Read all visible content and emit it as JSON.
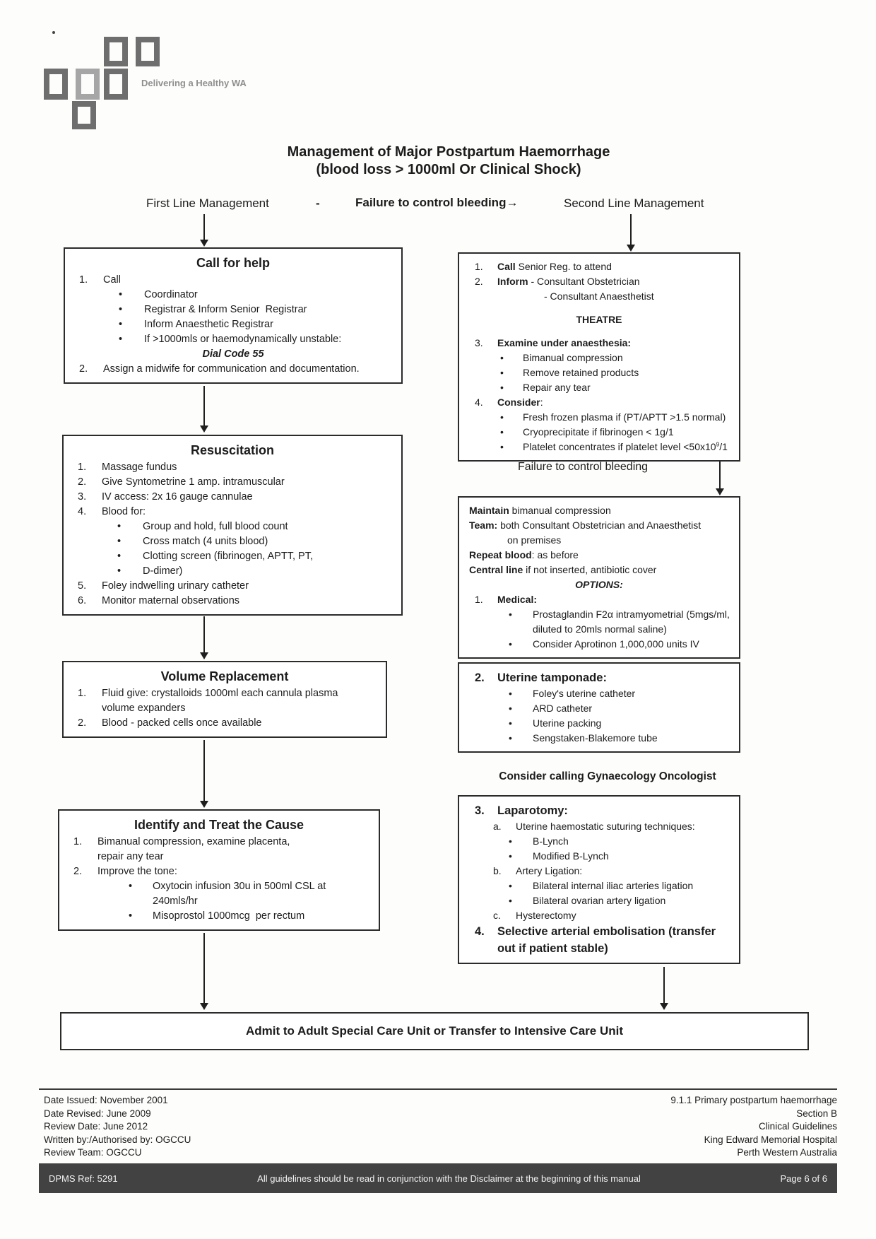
{
  "logo": {
    "tagline": "Delivering a Healthy WA"
  },
  "header": {
    "title_line1": "Management of Major Postpartum Haemorrhage",
    "title_line2": "(blood loss > 1000ml Or Clinical Shock)",
    "first_line_label": "First Line Management",
    "dash": "-",
    "failure_label": "Failure to control bleeding→",
    "second_line_label": "Second Line Management"
  },
  "left_column": {
    "call_for_help": {
      "title": "Call for help",
      "lines": [
        {
          "m": "1.",
          "lvl": "n",
          "seg": [
            {
              "t": "Call"
            }
          ]
        },
        {
          "m": "•",
          "lvl": "b",
          "seg": [
            {
              "t": "Coordinator"
            }
          ]
        },
        {
          "m": "•",
          "lvl": "b",
          "seg": [
            {
              "t": "Registrar & Inform Senior  Registrar"
            }
          ]
        },
        {
          "m": "•",
          "lvl": "b",
          "seg": [
            {
              "t": "Inform Anaesthetic Registrar"
            }
          ]
        },
        {
          "m": "•",
          "lvl": "b",
          "seg": [
            {
              "t": "If >1000mls or haemodynamically unstable:"
            }
          ]
        },
        {
          "lvl": "ctr",
          "seg": [
            {
              "t": "Dial Code 55",
              "b": true,
              "i": true
            }
          ]
        },
        {
          "m": "2.",
          "lvl": "n",
          "seg": [
            {
              "t": "Assign a midwife for communication and documentation."
            }
          ]
        }
      ]
    },
    "resuscitation": {
      "title": "Resuscitation",
      "lines": [
        {
          "m": "1.",
          "lvl": "n",
          "seg": [
            {
              "t": "Massage fundus"
            }
          ]
        },
        {
          "m": "2.",
          "lvl": "n",
          "seg": [
            {
              "t": "Give Syntometrine 1 amp. intramuscular"
            }
          ]
        },
        {
          "m": "3.",
          "lvl": "n",
          "seg": [
            {
              "t": "IV access: 2x 16 gauge cannulae"
            }
          ]
        },
        {
          "m": "4.",
          "lvl": "n",
          "seg": [
            {
              "t": "Blood for:"
            }
          ]
        },
        {
          "m": "•",
          "lvl": "b",
          "seg": [
            {
              "t": "Group and hold, full blood count"
            }
          ]
        },
        {
          "m": "•",
          "lvl": "b",
          "seg": [
            {
              "t": "Cross match (4 units blood)"
            }
          ]
        },
        {
          "m": "•",
          "lvl": "b",
          "seg": [
            {
              "t": "Clotting screen (fibrinogen, APTT, PT,"
            }
          ]
        },
        {
          "m": "•",
          "lvl": "b",
          "seg": [
            {
              "t": "D-dimer)"
            }
          ]
        },
        {
          "m": "5.",
          "lvl": "n",
          "seg": [
            {
              "t": "Foley indwelling urinary catheter"
            }
          ]
        },
        {
          "m": "6.",
          "lvl": "n",
          "seg": [
            {
              "t": "Monitor maternal observations"
            }
          ]
        }
      ]
    },
    "volume_replacement": {
      "title": "Volume Replacement",
      "lines": [
        {
          "m": "1.",
          "lvl": "n",
          "seg": [
            {
              "t": "Fluid give: crystalloids 1000ml each cannula plasma"
            }
          ]
        },
        {
          "m": "",
          "lvl": "n",
          "seg": [
            {
              "t": "volume expanders"
            }
          ]
        },
        {
          "m": "2.",
          "lvl": "n",
          "seg": [
            {
              "t": "Blood - packed cells once available"
            }
          ]
        }
      ]
    },
    "identify_treat": {
      "title": "Identify and Treat the Cause",
      "lines": [
        {
          "m": "1.",
          "lvl": "n",
          "seg": [
            {
              "t": "Bimanual compression, examine placenta,"
            }
          ]
        },
        {
          "m": "",
          "lvl": "n",
          "seg": [
            {
              "t": "repair any tear"
            }
          ]
        },
        {
          "m": "2.",
          "lvl": "n",
          "seg": [
            {
              "t": "Improve the tone:"
            }
          ]
        },
        {
          "m": "•",
          "lvl": "bb",
          "seg": [
            {
              "t": "Oxytocin infusion 30u in 500ml CSL at"
            }
          ]
        },
        {
          "m": "",
          "lvl": "bb",
          "seg": [
            {
              "t": "240mls/hr"
            }
          ]
        },
        {
          "m": "•",
          "lvl": "bb",
          "seg": [
            {
              "t": "Misoprostol 1000mcg  per rectum"
            }
          ]
        }
      ]
    }
  },
  "right_column": {
    "theatre_box": {
      "lines": [
        {
          "m": "1.",
          "lvl": "n",
          "seg": [
            {
              "t": "Call",
              "b": true
            },
            {
              "t": " Senior Reg. to attend"
            }
          ]
        },
        {
          "m": "2.",
          "lvl": "n",
          "seg": [
            {
              "t": "Inform",
              "b": true
            },
            {
              "t": " - Consultant Obstetrician"
            }
          ]
        },
        {
          "m": "",
          "lvl": "tc",
          "seg": [
            {
              "t": "- Consultant Anaesthetist"
            }
          ]
        },
        {
          "lvl": "ctr",
          "gap": true,
          "seg": [
            {
              "t": "THEATRE",
              "b": true
            }
          ]
        },
        {
          "m": "3.",
          "lvl": "n",
          "gap": true,
          "seg": [
            {
              "t": "Examine under anaesthesia:",
              "b": true
            }
          ]
        },
        {
          "m": "•",
          "lvl": "b",
          "seg": [
            {
              "t": "Bimanual compression"
            }
          ]
        },
        {
          "m": "•",
          "lvl": "b",
          "seg": [
            {
              "t": "Remove retained products"
            }
          ]
        },
        {
          "m": "•",
          "lvl": "b",
          "seg": [
            {
              "t": "Repair any tear"
            }
          ]
        },
        {
          "m": "4.",
          "lvl": "n",
          "seg": [
            {
              "t": "Consider",
              "b": true
            },
            {
              "t": ":"
            }
          ]
        },
        {
          "m": "•",
          "lvl": "b",
          "seg": [
            {
              "t": "Fresh frozen plasma if (PT/APTT >1.5 normal)"
            }
          ]
        },
        {
          "m": "•",
          "lvl": "b",
          "seg": [
            {
              "t": "Cryoprecipitate if fibrinogen < 1g/1"
            }
          ]
        },
        {
          "m": "•",
          "lvl": "b",
          "seg": [
            {
              "t": "Platelet concentrates if platelet level <50x10"
            },
            {
              "t": "9",
              "sup": true
            },
            {
              "t": "/1"
            }
          ]
        }
      ]
    },
    "failure_mid_label": "Failure to control bleeding",
    "maintain_box": {
      "lines": [
        {
          "m": "",
          "lvl": "p",
          "seg": [
            {
              "t": "Maintain",
              "b": true
            },
            {
              "t": " bimanual compression"
            }
          ]
        },
        {
          "m": "",
          "lvl": "p",
          "seg": [
            {
              "t": "Team:",
              "b": true
            },
            {
              "t": " both Consultant Obstetrician and Anaesthetist"
            }
          ]
        },
        {
          "m": "",
          "lvl": "pc",
          "seg": [
            {
              "t": "on premises"
            }
          ]
        },
        {
          "m": "",
          "lvl": "p",
          "seg": [
            {
              "t": "Repeat blood",
              "b": true
            },
            {
              "t": ": as before"
            }
          ]
        },
        {
          "m": "",
          "lvl": "p",
          "seg": [
            {
              "t": "Central line",
              "b": true
            },
            {
              "t": " if not inserted, antibiotic cover"
            }
          ]
        },
        {
          "lvl": "ctr",
          "seg": [
            {
              "t": "OPTIONS:",
              "b": true,
              "i": true
            }
          ]
        },
        {
          "m": "1.",
          "lvl": "n",
          "seg": [
            {
              "t": "Medical:",
              "b": true
            }
          ]
        },
        {
          "m": "•",
          "lvl": "bb",
          "seg": [
            {
              "t": "Prostaglandin F2α intramyometrial (5mgs/ml,"
            }
          ]
        },
        {
          "m": "",
          "lvl": "bb",
          "seg": [
            {
              "t": "diluted to 20mls normal saline)"
            }
          ]
        },
        {
          "m": "•",
          "lvl": "bb",
          "seg": [
            {
              "t": "Consider Aprotinon 1,000,000 units IV"
            }
          ]
        }
      ]
    },
    "tamponade_box": {
      "lines": [
        {
          "m": "2.",
          "lvl": "n",
          "big": true,
          "seg": [
            {
              "t": "Uterine tamponade:",
              "b": true
            }
          ]
        },
        {
          "m": "•",
          "lvl": "bb",
          "seg": [
            {
              "t": "Foley's uterine catheter"
            }
          ]
        },
        {
          "m": "•",
          "lvl": "bb",
          "seg": [
            {
              "t": "ARD catheter"
            }
          ]
        },
        {
          "m": "•",
          "lvl": "bb",
          "seg": [
            {
              "t": "Uterine packing"
            }
          ]
        },
        {
          "m": "•",
          "lvl": "bb",
          "seg": [
            {
              "t": "Sengstaken-Blakemore tube"
            }
          ]
        }
      ]
    },
    "gyn_onc_label": "Consider calling Gynaecology Oncologist",
    "laparotomy_box": {
      "lines": [
        {
          "m": "3.",
          "lvl": "n",
          "big": true,
          "seg": [
            {
              "t": "Laparotomy:",
              "b": true
            }
          ]
        },
        {
          "m": "a.",
          "lvl": "a",
          "seg": [
            {
              "t": "Uterine haemostatic suturing techniques:"
            }
          ]
        },
        {
          "m": "•",
          "lvl": "bb",
          "seg": [
            {
              "t": "B-Lynch"
            }
          ]
        },
        {
          "m": "•",
          "lvl": "bb",
          "seg": [
            {
              "t": "Modified B-Lynch"
            }
          ]
        },
        {
          "m": "b.",
          "lvl": "a",
          "seg": [
            {
              "t": "Artery Ligation:"
            }
          ]
        },
        {
          "m": "•",
          "lvl": "bb",
          "seg": [
            {
              "t": "Bilateral internal iliac arteries ligation"
            }
          ]
        },
        {
          "m": "•",
          "lvl": "bb",
          "seg": [
            {
              "t": "Bilateral ovarian artery ligation"
            }
          ]
        },
        {
          "m": "c.",
          "lvl": "a",
          "seg": [
            {
              "t": "Hysterectomy"
            }
          ]
        },
        {
          "m": "4.",
          "lvl": "n",
          "big": true,
          "seg": [
            {
              "t": "Selective arterial embolisation (transfer",
              "b": true
            }
          ]
        },
        {
          "m": "",
          "lvl": "n",
          "big": true,
          "seg": [
            {
              "t": "out if patient stable)",
              "b": true
            }
          ]
        }
      ]
    }
  },
  "admit_box": {
    "text": "Admit to Adult Special Care Unit or Transfer to Intensive Care Unit"
  },
  "footer": {
    "left_lines": [
      "Date Issued:  November 2001",
      "Date Revised: June 2009",
      "Review Date:  June 2012",
      "Written by:/Authorised by: OGCCU",
      "Review Team: OGCCU"
    ],
    "right_lines": [
      "9.1.1 Primary postpartum haemorrhage",
      "Section B",
      "Clinical Guidelines",
      "King Edward Memorial Hospital",
      "Perth Western Australia"
    ],
    "bar_left": "DPMS Ref: 5291",
    "bar_center": "All guidelines should be read in conjunction with the Disclaimer at the beginning of this manual",
    "bar_right": "Page 6 of 6"
  },
  "colors": {
    "logo_gray": "#6e6e6e",
    "logo_light_gray": "#a6a6a6",
    "bar_background": "#424242",
    "ink": "#1c1c1c"
  }
}
